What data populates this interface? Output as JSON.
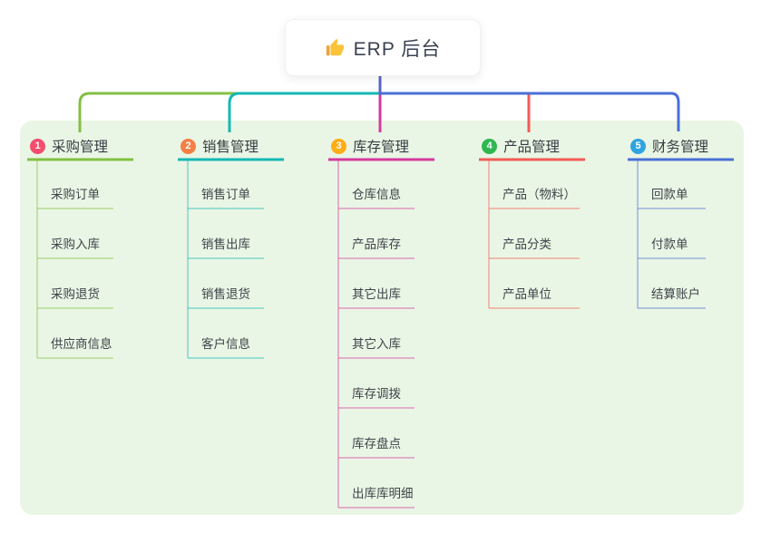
{
  "root": {
    "label": "ERP 后台",
    "icon": "thumbs-up"
  },
  "colors": {
    "board_bg": "#eaf6e5",
    "root_stem": "#5b65c6",
    "header_text": "#383d44",
    "child_text": "#3f444a",
    "thumb_hand": "#fbc33a",
    "thumb_cuff": "#eda53a"
  },
  "branches": [
    {
      "badge": "1",
      "label": "采购管理",
      "color": "#82c043",
      "badge_color": "#f44e6e",
      "children": [
        "采购订单",
        "采购入库",
        "采购退货",
        "供应商信息"
      ]
    },
    {
      "badge": "2",
      "label": "销售管理",
      "color": "#14b8b4",
      "badge_color": "#f57f45",
      "children": [
        "销售订单",
        "销售出库",
        "销售退货",
        "客户信息"
      ]
    },
    {
      "badge": "3",
      "label": "库存管理",
      "color": "#d6399f",
      "badge_color": "#ffad14",
      "children": [
        "仓库信息",
        "产品库存",
        "其它出库",
        "其它入库",
        "库存调拨",
        "库存盘点",
        "出库库明细"
      ]
    },
    {
      "badge": "4",
      "label": "产品管理",
      "color": "#f35b56",
      "badge_color": "#2fb750",
      "children": [
        "产品（物料）",
        "产品分类",
        "产品单位"
      ]
    },
    {
      "badge": "5",
      "label": "财务管理",
      "color": "#4a6fd6",
      "badge_color": "#31a4e0",
      "children": [
        "回款单",
        "付款单",
        "结算账户"
      ]
    }
  ]
}
